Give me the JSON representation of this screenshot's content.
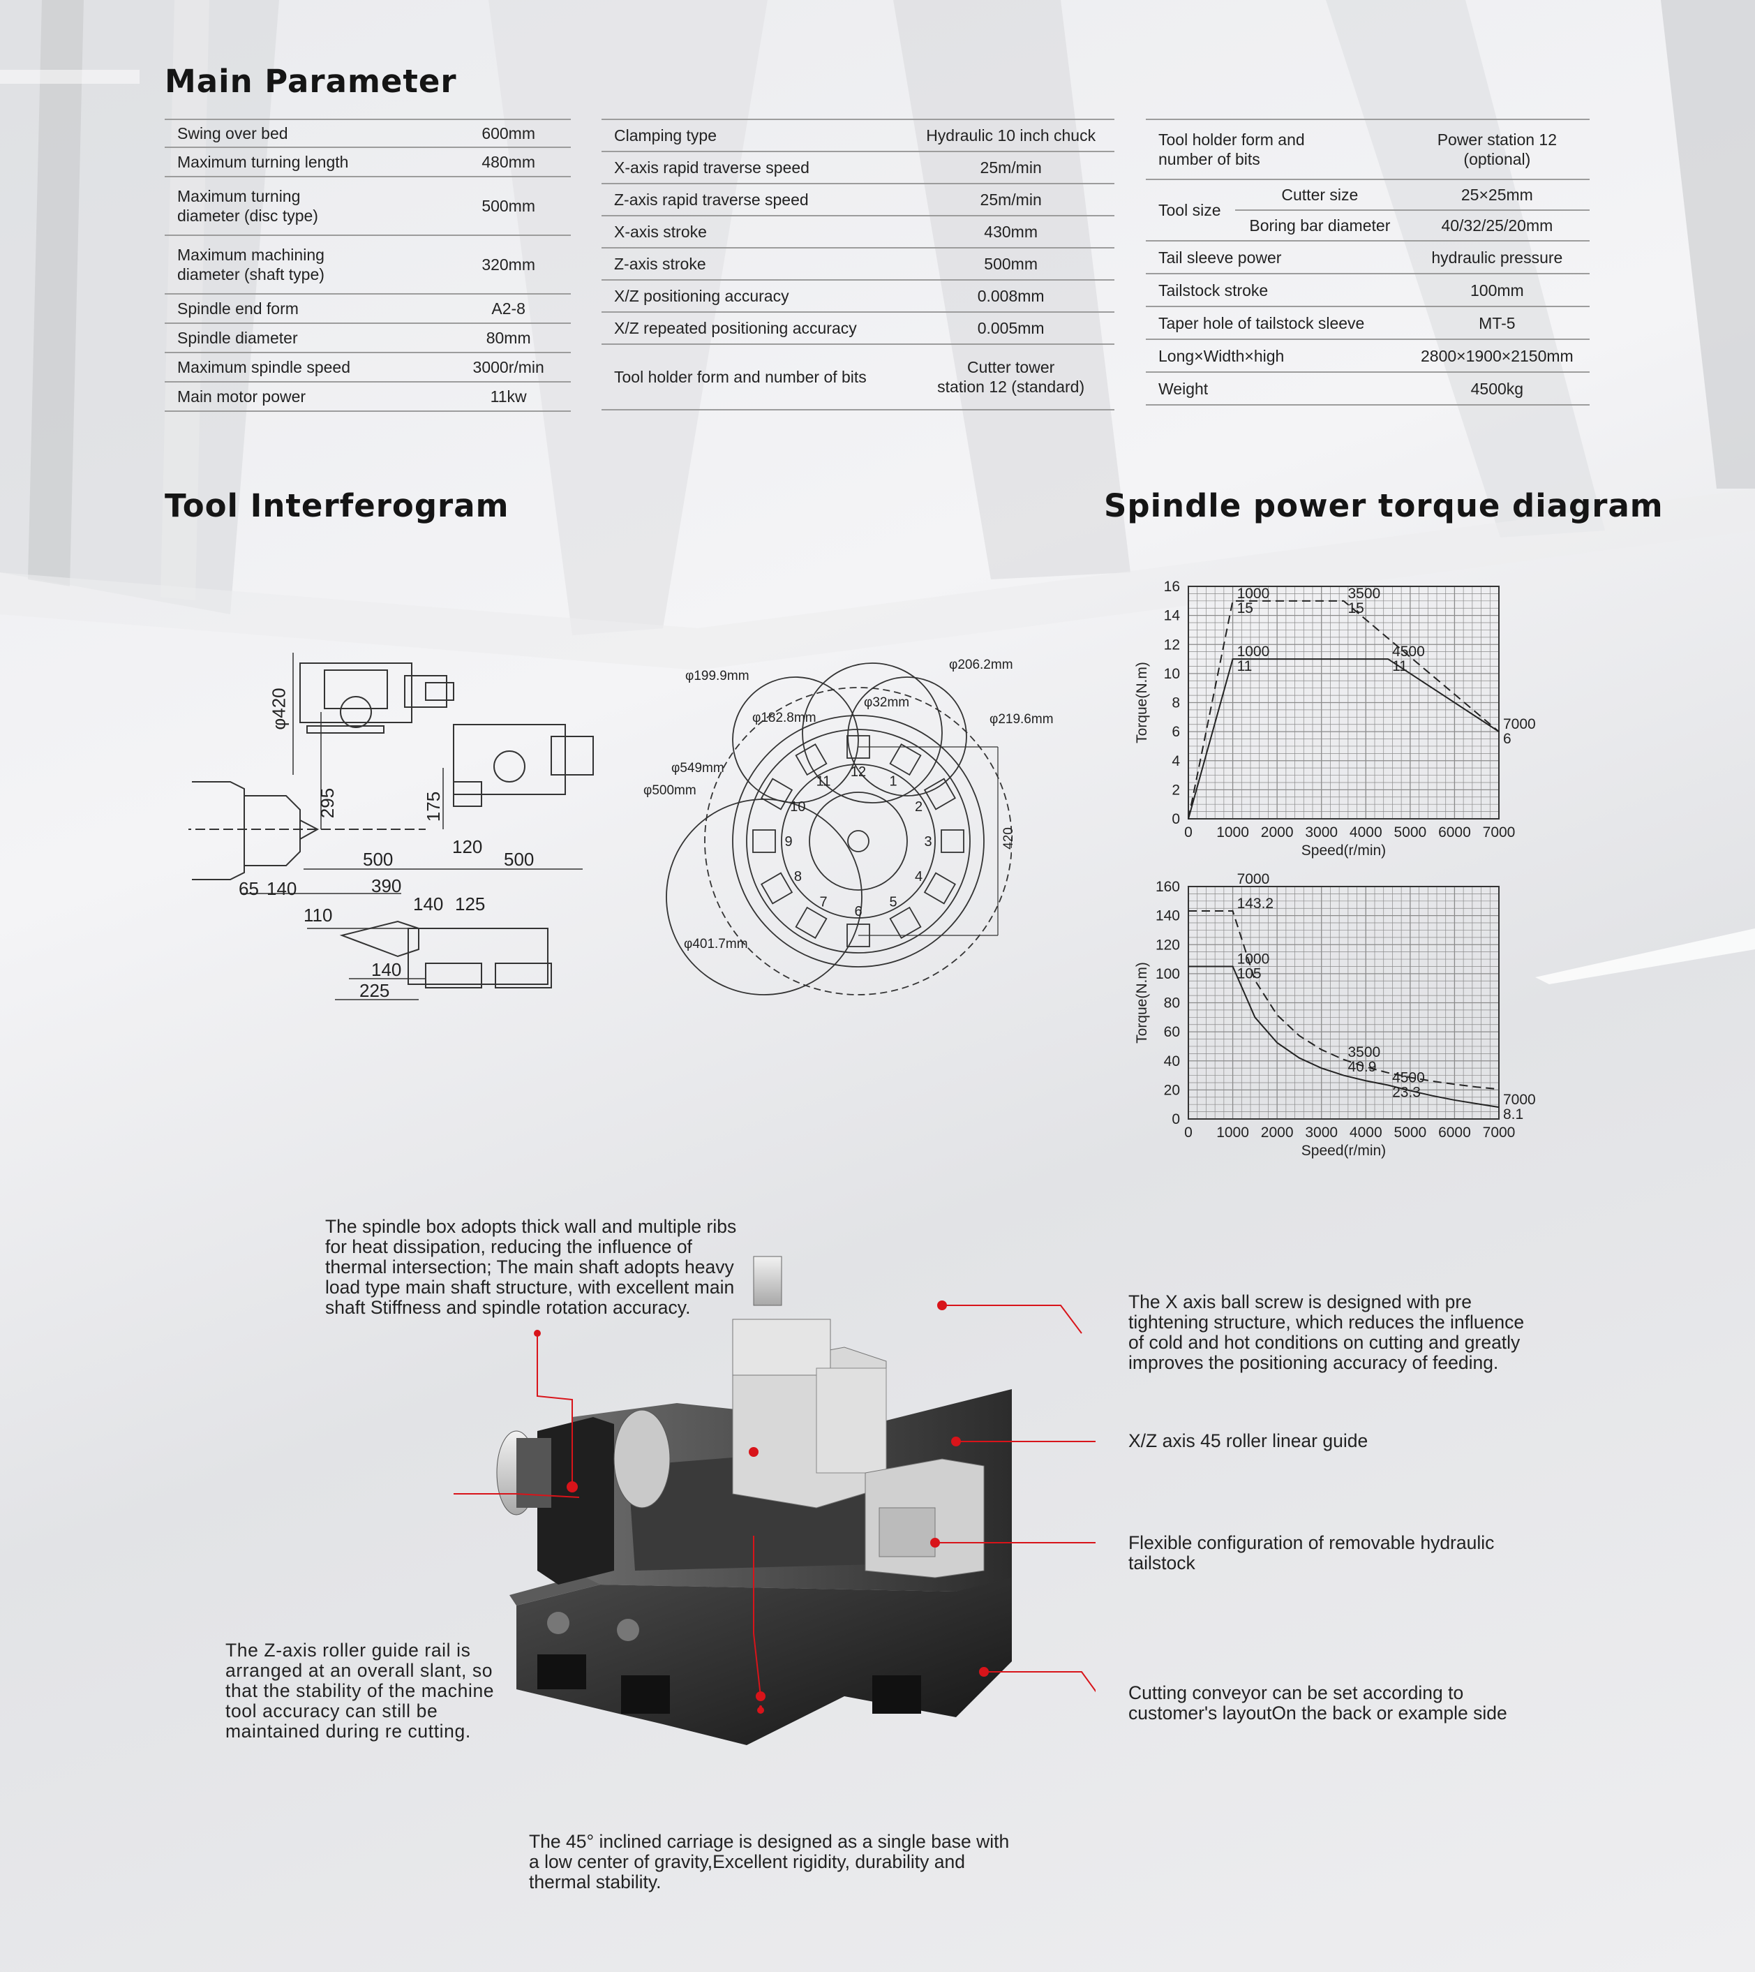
{
  "headings": {
    "main": "Main Parameter",
    "interferogram": "Tool Interferogram",
    "torque": "Spindle power torque diagram"
  },
  "table1": [
    {
      "label": "Swing over bed",
      "value": "600mm"
    },
    {
      "label": "Maximum turning length",
      "value": "480mm"
    },
    {
      "label": "Maximum turning\ndiameter (disc type)",
      "value": "500mm"
    },
    {
      "label": "Maximum machining\ndiameter (shaft type)",
      "value": "320mm"
    },
    {
      "label": "Spindle end form",
      "value": "A2-8"
    },
    {
      "label": "Spindle diameter",
      "value": "80mm"
    },
    {
      "label": "Maximum spindle speed",
      "value": "3000r/min"
    },
    {
      "label": "Main motor power",
      "value": "11kw"
    }
  ],
  "table2": [
    {
      "label": "Clamping type",
      "value": "Hydraulic 10 inch chuck"
    },
    {
      "label": "X-axis rapid traverse speed",
      "value": "25m/min"
    },
    {
      "label": "Z-axis rapid traverse speed",
      "value": "25m/min"
    },
    {
      "label": "X-axis stroke",
      "value": "430mm"
    },
    {
      "label": "Z-axis stroke",
      "value": "500mm"
    },
    {
      "label": "X/Z positioning accuracy",
      "value": "0.008mm"
    },
    {
      "label": "X/Z repeated positioning accuracy",
      "value": "0.005mm"
    },
    {
      "label": "Tool holder form and number of bits",
      "value": "Cutter tower\nstation 12 (standard)"
    }
  ],
  "table3": {
    "r0": {
      "label": "Tool holder form and\nnumber of bits",
      "value": "Power station 12\n(optional)"
    },
    "tool_size": "Tool size",
    "cutter": {
      "label": "Cutter size",
      "value": "25×25mm"
    },
    "boring": {
      "label": "Boring bar diameter",
      "value": "40/32/25/20mm"
    },
    "rows": [
      {
        "label": "Tail sleeve power",
        "value": "hydraulic pressure"
      },
      {
        "label": "Tailstock stroke",
        "value": "100mm"
      },
      {
        "label": "Taper hole of tailstock sleeve",
        "value": "MT-5"
      },
      {
        "label": "Long×Width×high",
        "value": "2800×1900×2150mm"
      },
      {
        "label": "Weight",
        "value": "4500kg"
      }
    ]
  },
  "interferogram_left": {
    "dims": [
      "φ420",
      "295",
      "175",
      "500",
      "500",
      "120",
      "65",
      "140",
      "390",
      "140",
      "125",
      "110",
      "140",
      "225"
    ]
  },
  "interferogram_right": {
    "dims": [
      "φ199.9mm",
      "φ206.2mm",
      "φ182.8mm",
      "φ32mm",
      "φ219.6mm",
      "φ549mm",
      "φ500mm",
      "420",
      "φ401.7mm"
    ],
    "stations": [
      "1",
      "2",
      "3",
      "4",
      "5",
      "6",
      "7",
      "8",
      "9",
      "10",
      "11",
      "12"
    ]
  },
  "chart_data": [
    {
      "type": "line",
      "xlabel": "Speed(r/min)",
      "ylabel": "Torque(N.m)",
      "xlim": [
        0,
        7000
      ],
      "ylim": [
        0,
        16
      ],
      "xticks": [
        "0",
        "1000",
        "2000",
        "3000",
        "4000",
        "5000",
        "6000",
        "7000"
      ],
      "yticks": [
        "0",
        "2",
        "4",
        "6",
        "8",
        "10",
        "12",
        "14",
        "16"
      ],
      "grid": true,
      "series": [
        {
          "style": "dashed",
          "x": [
            0,
            1000,
            3500,
            7000
          ],
          "y": [
            0,
            15,
            15,
            6
          ]
        },
        {
          "style": "solid",
          "x": [
            0,
            1000,
            4500,
            7000
          ],
          "y": [
            0,
            11,
            11,
            6
          ]
        }
      ],
      "annotations": [
        {
          "x": 1000,
          "y": 15,
          "label": "1000\n15"
        },
        {
          "x": 3500,
          "y": 15,
          "label": "3500\n15"
        },
        {
          "x": 1000,
          "y": 11,
          "label": "1000\n11"
        },
        {
          "x": 4500,
          "y": 11,
          "label": "4500\n11"
        },
        {
          "x": 7000,
          "y": 6,
          "label": "7000\n6"
        }
      ]
    },
    {
      "type": "line",
      "xlabel": "Speed(r/min)",
      "ylabel": "Torque(N.m)",
      "xlim": [
        0,
        7000
      ],
      "ylim": [
        0,
        160
      ],
      "xticks": [
        "0",
        "1000",
        "2000",
        "3000",
        "4000",
        "5000",
        "6000",
        "7000"
      ],
      "yticks": [
        "0",
        "20",
        "40",
        "60",
        "80",
        "100",
        "120",
        "140",
        "160"
      ],
      "grid": true,
      "series": [
        {
          "style": "dashed",
          "x": [
            0,
            1000,
            1500,
            2000,
            2500,
            3000,
            3500,
            4000,
            4500,
            5000,
            5500,
            6000,
            6500,
            7000
          ],
          "y": [
            143.2,
            143.2,
            95.5,
            71.6,
            57.3,
            47.7,
            40.9,
            35.8,
            31.8,
            28.6,
            26,
            23.9,
            22,
            20.5
          ]
        },
        {
          "style": "solid",
          "x": [
            0,
            1000,
            1500,
            2000,
            2500,
            3000,
            3500,
            4000,
            4500,
            5000,
            5500,
            6000,
            6500,
            7000
          ],
          "y": [
            105,
            105,
            70,
            52.5,
            42,
            35,
            30,
            26.3,
            23.3,
            19.5,
            16,
            13,
            10.5,
            8.1
          ]
        }
      ],
      "annotations": [
        {
          "x": 1000,
          "y": 160,
          "label": "7000"
        },
        {
          "x": 1000,
          "y": 143.2,
          "label": "143.2"
        },
        {
          "x": 1000,
          "y": 105,
          "label": "1000\n105"
        },
        {
          "x": 3500,
          "y": 40.9,
          "label": "3500\n40.9"
        },
        {
          "x": 4500,
          "y": 23.3,
          "label": "4500\n23.3"
        },
        {
          "x": 7000,
          "y": 8.1,
          "label": "7000\n8.1"
        }
      ]
    }
  ],
  "callouts": {
    "spindle_box": "The spindle box adopts thick wall and multiple ribs for heat dissipation, reducing the influence of thermal intersection; The main shaft adopts heavy load type main shaft structure, with excellent main shaft Stiffness and spindle rotation accuracy.",
    "x_ball_screw": "The X axis ball screw is designed with pre tightening structure, which reduces the influence of cold and hot conditions on cutting and greatly improves the positioning accuracy of feeding.",
    "linear_guide": "X/Z axis 45 roller linear guide",
    "tailstock": "Flexible configuration of removable hydraulic tailstock",
    "z_guide": "The Z-axis roller guide rail is arranged at an overall slant, so that the stability of the machine tool accuracy can still be maintained during re cutting.",
    "conveyor": "Cutting conveyor can be set according to customer's layoutOn the back or example side",
    "carriage": "The 45°  inclined carriage is designed as a single base with a low center of gravity,Excellent rigidity, durability and thermal stability."
  },
  "colors": {
    "accent": "#d8141a",
    "grid": "#777777",
    "text": "#1c1c1c",
    "machine": "#2a2a2a"
  }
}
